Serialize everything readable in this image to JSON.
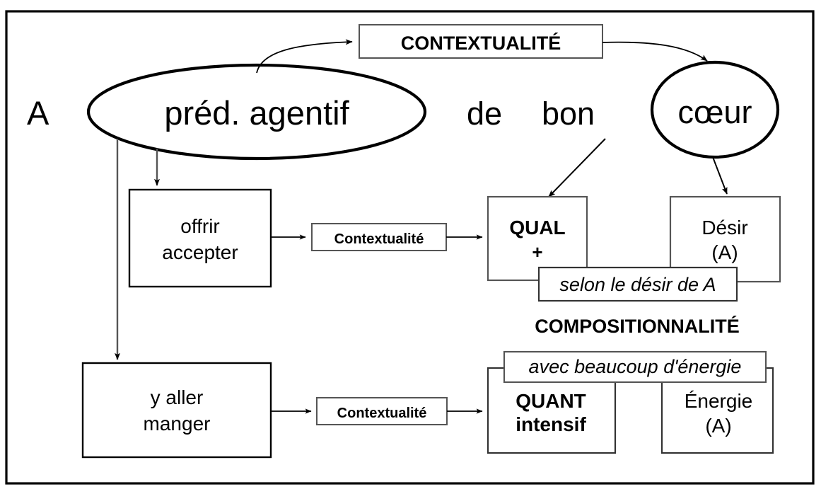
{
  "diagram": {
    "title_visible": false,
    "frame": {
      "name": "outer-frame"
    },
    "sentence": {
      "subject": "A",
      "predicate_ellipse": "préd. agentif",
      "word_de": "de",
      "word_bon": "bon",
      "object_ellipse": "cœur"
    },
    "labels": {
      "contextualite_top": "CONTEXTUALITÉ",
      "contextualite_mid": "Contextualité",
      "contextualite_low": "Contextualité",
      "compositionnalite": "COMPOSITIONNALITÉ"
    },
    "boxes": {
      "verbs_upper_line1": "offrir",
      "verbs_upper_line2": "accepter",
      "verbs_lower_line1": "y aller",
      "verbs_lower_line2": "manger",
      "qual_line1": "QUAL",
      "qual_line2": "+",
      "desir_line1": "Désir",
      "desir_line2": "(A)",
      "quant_line1": "QUANT",
      "quant_line2": "intensif",
      "energie_line1": "Énergie",
      "energie_line2": "(A)"
    },
    "gloss": {
      "upper": "selon le désir de A",
      "lower": "avec beaucoup d'énergie"
    },
    "colors": {
      "ink": "#000000",
      "stroke": "#1a1a1a",
      "thin_stroke": "#333333",
      "background": "#ffffff"
    }
  }
}
